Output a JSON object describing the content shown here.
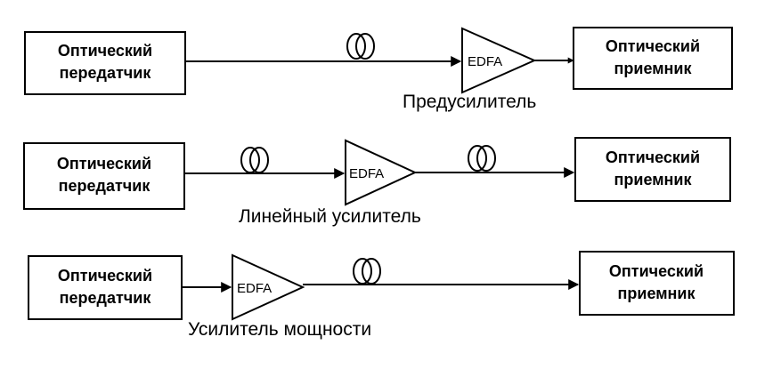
{
  "rows": [
    {
      "transmitter": [
        "Оптический",
        "передатчик"
      ],
      "amplifier": "EDFA",
      "receiver": [
        "Оптический",
        "приемник"
      ],
      "caption": "Предусилитель"
    },
    {
      "transmitter": [
        "Оптический",
        "передатчик"
      ],
      "amplifier": "EDFA",
      "receiver": [
        "Оптический",
        "приемник"
      ],
      "caption": "Линейный усилитель"
    },
    {
      "transmitter": [
        "Оптический",
        "передатчик"
      ],
      "amplifier": "EDFA",
      "receiver": [
        "Оптический",
        "приемник"
      ],
      "caption": "Усилитель мощности"
    }
  ]
}
